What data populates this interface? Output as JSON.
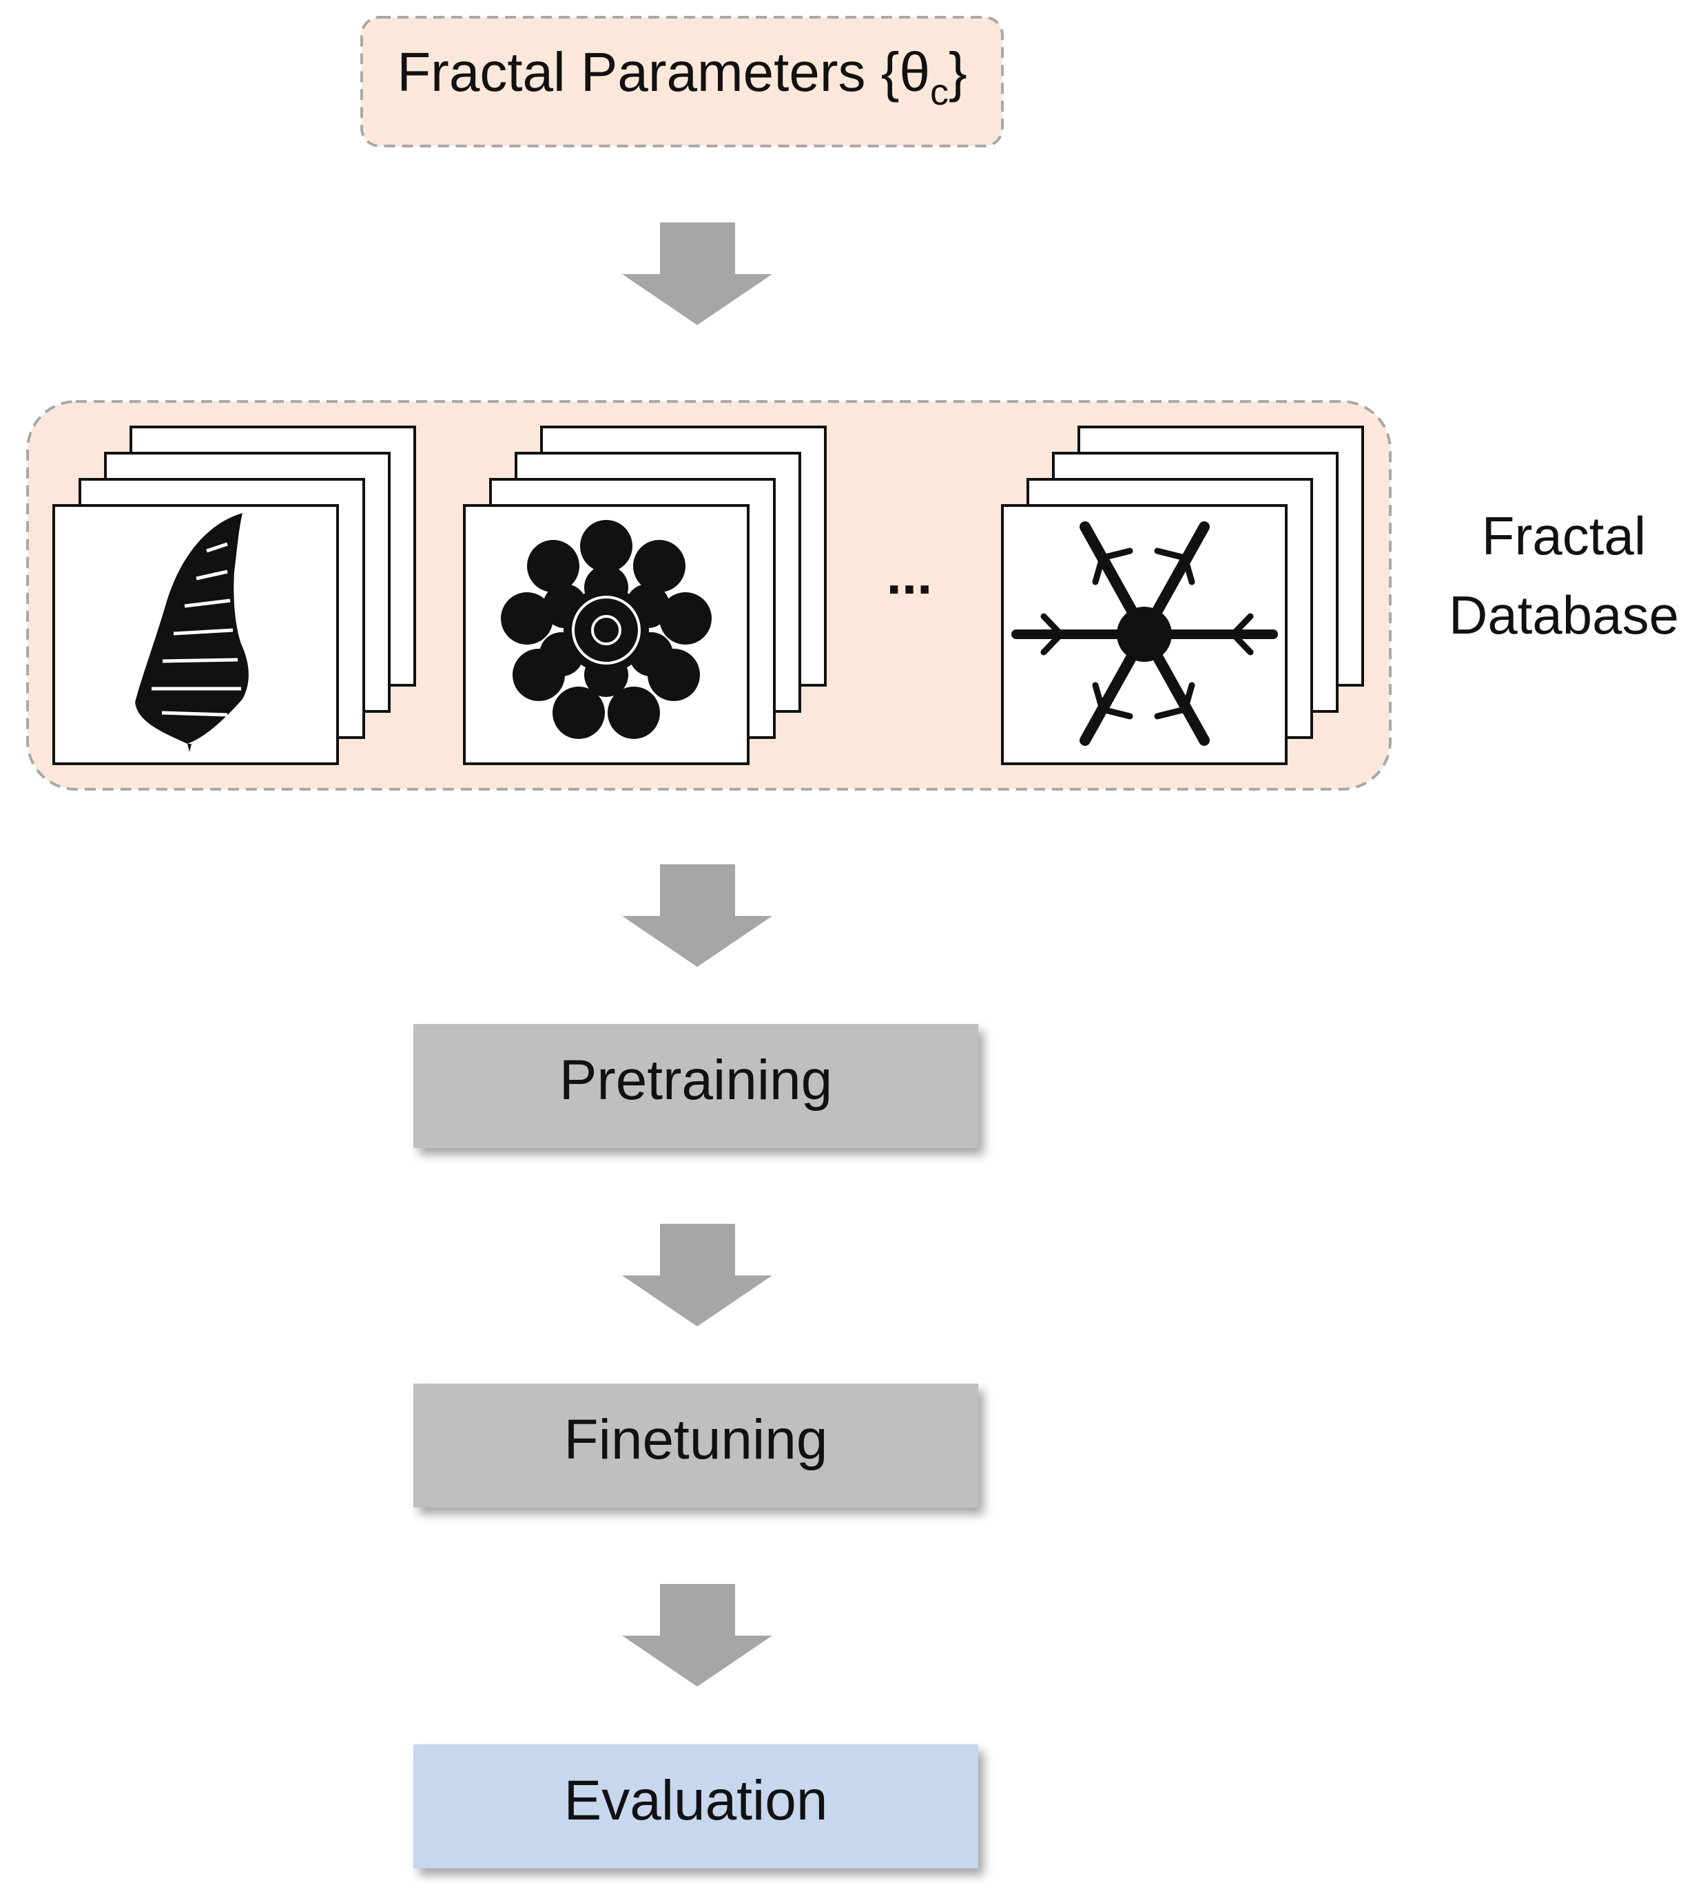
{
  "params": {
    "label": "Fractal Parameters {θ",
    "subscript": "c",
    "close": "}"
  },
  "database": {
    "label_line1": "Fractal",
    "label_line2": "Database"
  },
  "ellipsis": "...",
  "steps": {
    "pretraining": "Pretraining",
    "finetuning": "Finetuning",
    "evaluation": "Evaluation"
  },
  "colors": {
    "peach": "#fce8da",
    "gray_box": "#bfbfbf",
    "blue_box": "#c6d7ee",
    "arrow": "#a6a6a6",
    "dashed_border": "#a8a8a8"
  },
  "icons": [
    "fern-fractal-icon",
    "flower-fractal-icon",
    "snowflake-fractal-icon"
  ]
}
